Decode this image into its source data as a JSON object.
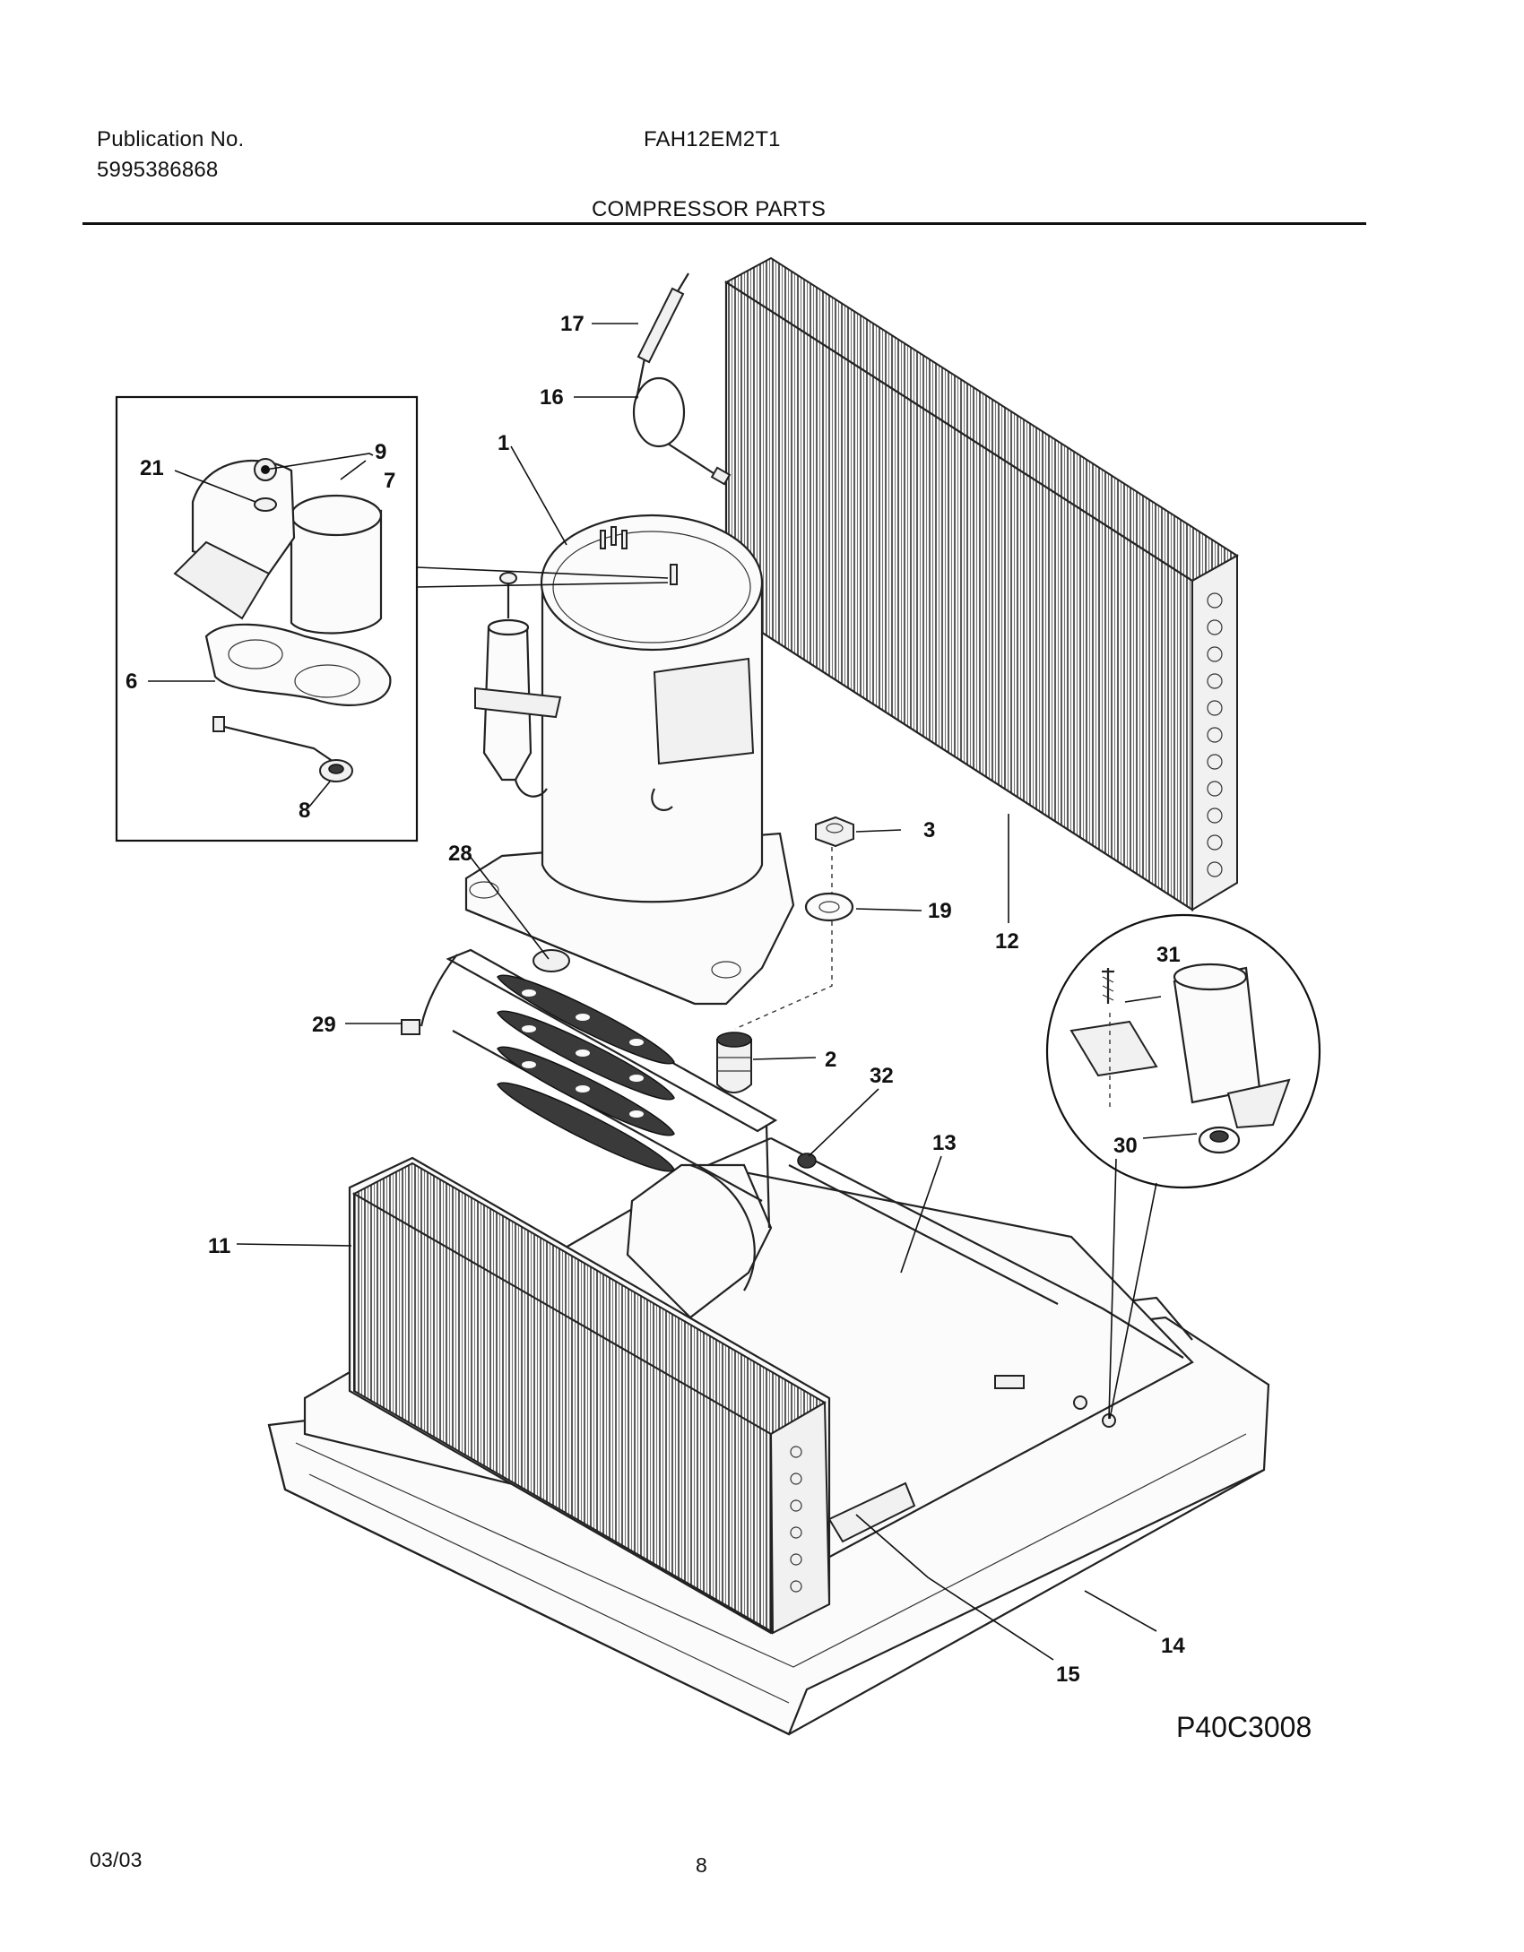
{
  "header": {
    "publication_label": "Publication No.",
    "publication_number": "5995386868",
    "model": "FAH12EM2T1",
    "section_title": "COMPRESSOR PARTS"
  },
  "diagram": {
    "code": "P40C3008",
    "callouts": {
      "c1": "1",
      "c2": "2",
      "c3": "3",
      "c6": "6",
      "c7": "7",
      "c8": "8",
      "c9": "9",
      "c11": "11",
      "c12": "12",
      "c13": "13",
      "c14": "14",
      "c15": "15",
      "c16": "16",
      "c17": "17",
      "c19": "19",
      "c21": "21",
      "c28": "28",
      "c29": "29",
      "c30": "30",
      "c31": "31",
      "c32": "32"
    }
  },
  "footer": {
    "date": "03/03",
    "page": "8"
  }
}
